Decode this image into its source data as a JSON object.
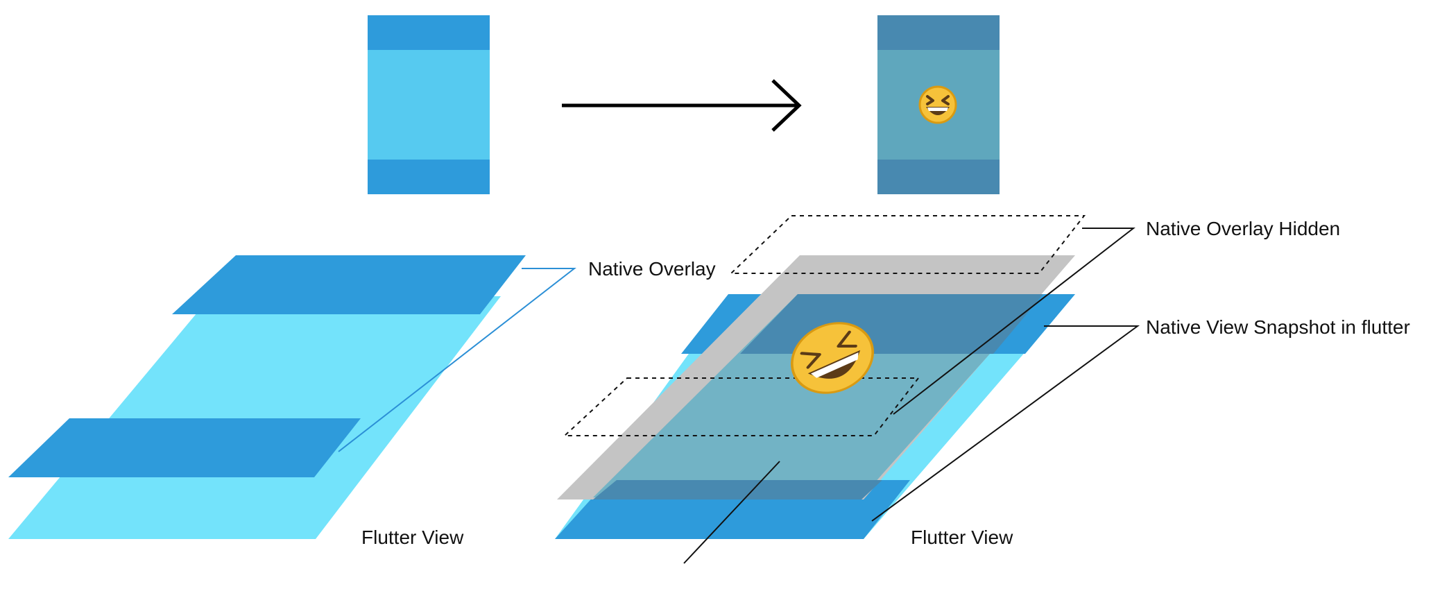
{
  "labels": {
    "native_overlay": "Native Overlay",
    "native_overlay_hidden": "Native Overlay Hidden",
    "native_view_snapshot": "Native View Snapshot in flutter",
    "flutter_view_left": "Flutter View",
    "flutter_view_right": "Flutter View"
  },
  "emoji": {
    "name": "grinning-squinting-face-icon",
    "glyph": "😆"
  },
  "colors": {
    "overlay_blue": "#2e9bdb",
    "flutter_light_blue": "#73e3fb",
    "phone_middle_blue": "#56caf0",
    "snapshot_dark_teal": "#4889b0",
    "snapshot_mid_teal": "#5fa7bd",
    "hidden_gray": "#c4c4c4",
    "leader_blue": "#2b8fd6",
    "leader_black": "#111111",
    "arrow": "#000000"
  }
}
